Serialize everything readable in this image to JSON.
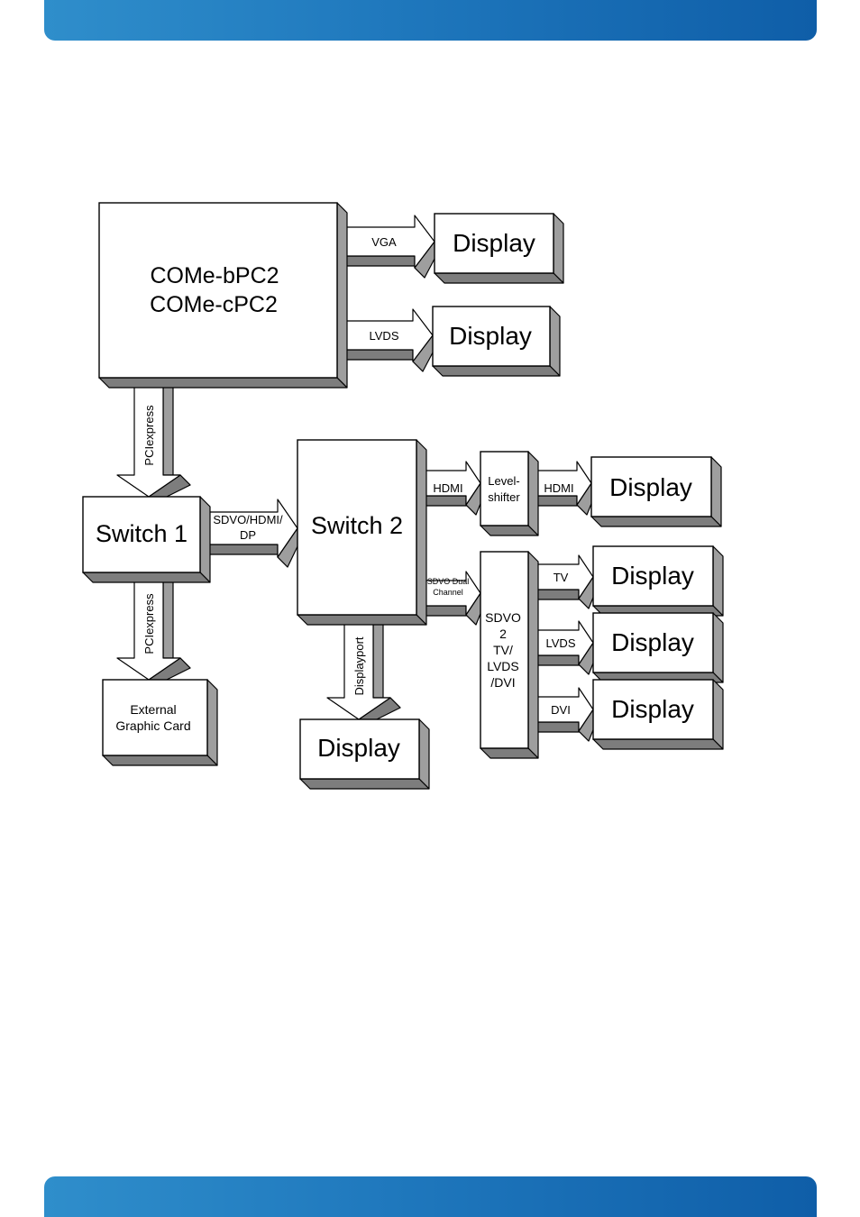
{
  "diagram": {
    "nodes": {
      "come": {
        "line1": "COMe-bPC2",
        "line2": "COMe-cPC2"
      },
      "display_vga": "Display",
      "display_lvds": "Display",
      "switch1": "Switch 1",
      "switch2": "Switch 2",
      "ext_gpu": {
        "line1": "External",
        "line2": "Graphic Card"
      },
      "display_dp": "Display",
      "levelshifter": {
        "line1": "Level-",
        "line2": "shifter"
      },
      "display_hdmi": "Display",
      "sdvo": {
        "line1": "SDVO",
        "line2": "2",
        "line3": "TV/",
        "line4": "LVDS",
        "line5": "/DVI"
      },
      "display_tv": "Display",
      "display_lvds2": "Display",
      "display_dvi": "Display"
    },
    "edges": {
      "vga": "VGA",
      "lvds": "LVDS",
      "pcie1": "PCIexpress",
      "pcie2": "PCIexpress",
      "sdvo_hdmi_dp": {
        "line1": "SDVO/HDMI/",
        "line2": "DP"
      },
      "hdmi1": "HDMI",
      "hdmi2": "HDMI",
      "sdvo_dual": {
        "line1": "SDVO Dual",
        "line2": "Channel"
      },
      "displayport": "Displayport",
      "tv": "TV",
      "lvds2": "LVDS",
      "dvi": "DVI"
    }
  }
}
